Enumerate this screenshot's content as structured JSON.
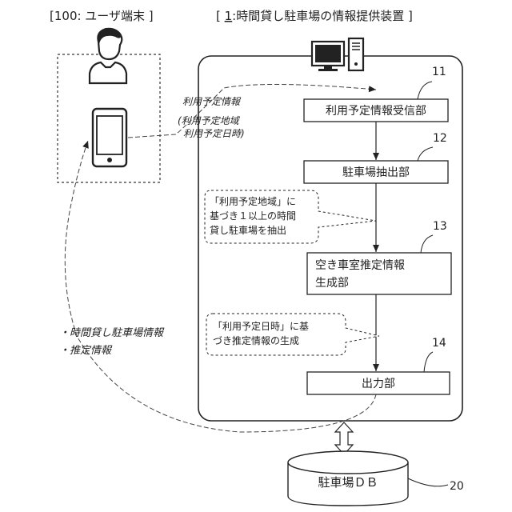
{
  "user_terminal": {
    "title": "[100: ユーザ端末 ]"
  },
  "device": {
    "title_prefix": "[ ",
    "title_number": "1",
    "title_rest": ":時間貸し駐車場の情報提供装置 ]"
  },
  "blocks": [
    {
      "ref": "11",
      "label": "利用予定情報受信部"
    },
    {
      "ref": "12",
      "label": "駐車場抽出部"
    },
    {
      "ref": "13",
      "label_lines": [
        "空き車室推定情報",
        "生成部"
      ]
    },
    {
      "ref": "14",
      "label": "出力部"
    }
  ],
  "database": {
    "ref": "20",
    "label": "駐車場ＤＢ"
  },
  "request_note": {
    "line1": "利用予定情報",
    "line2": "(利用予定地域",
    "line3": "利用予定日時)"
  },
  "response_note": {
    "line1": "・時間貸し駐車場情報",
    "line2": "・推定情報"
  },
  "callouts": [
    {
      "lines": [
        "「利用予定地域」に",
        "基づき１以上の時間",
        "貸し駐車場を抽出"
      ]
    },
    {
      "lines": [
        "「利用予定日時」に基",
        "づき推定情報の生成"
      ]
    }
  ]
}
